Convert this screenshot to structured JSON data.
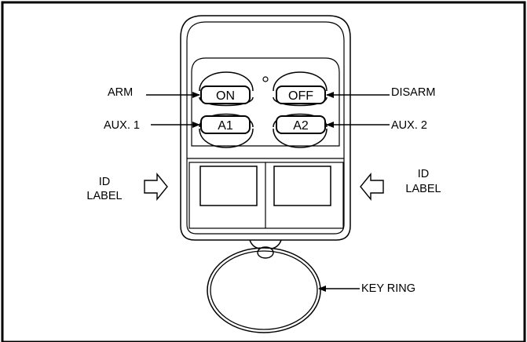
{
  "callouts": {
    "arm": "ARM",
    "disarm": "DISARM",
    "aux1": "AUX. 1",
    "aux2": "AUX. 2",
    "id_left_line1": "ID",
    "id_left_line2": "LABEL",
    "id_right_line1": "ID",
    "id_right_line2": "LABEL",
    "key_ring": "KEY RING"
  },
  "buttons": {
    "on": "ON",
    "off": "OFF",
    "a1": "A1",
    "a2": "A2"
  }
}
